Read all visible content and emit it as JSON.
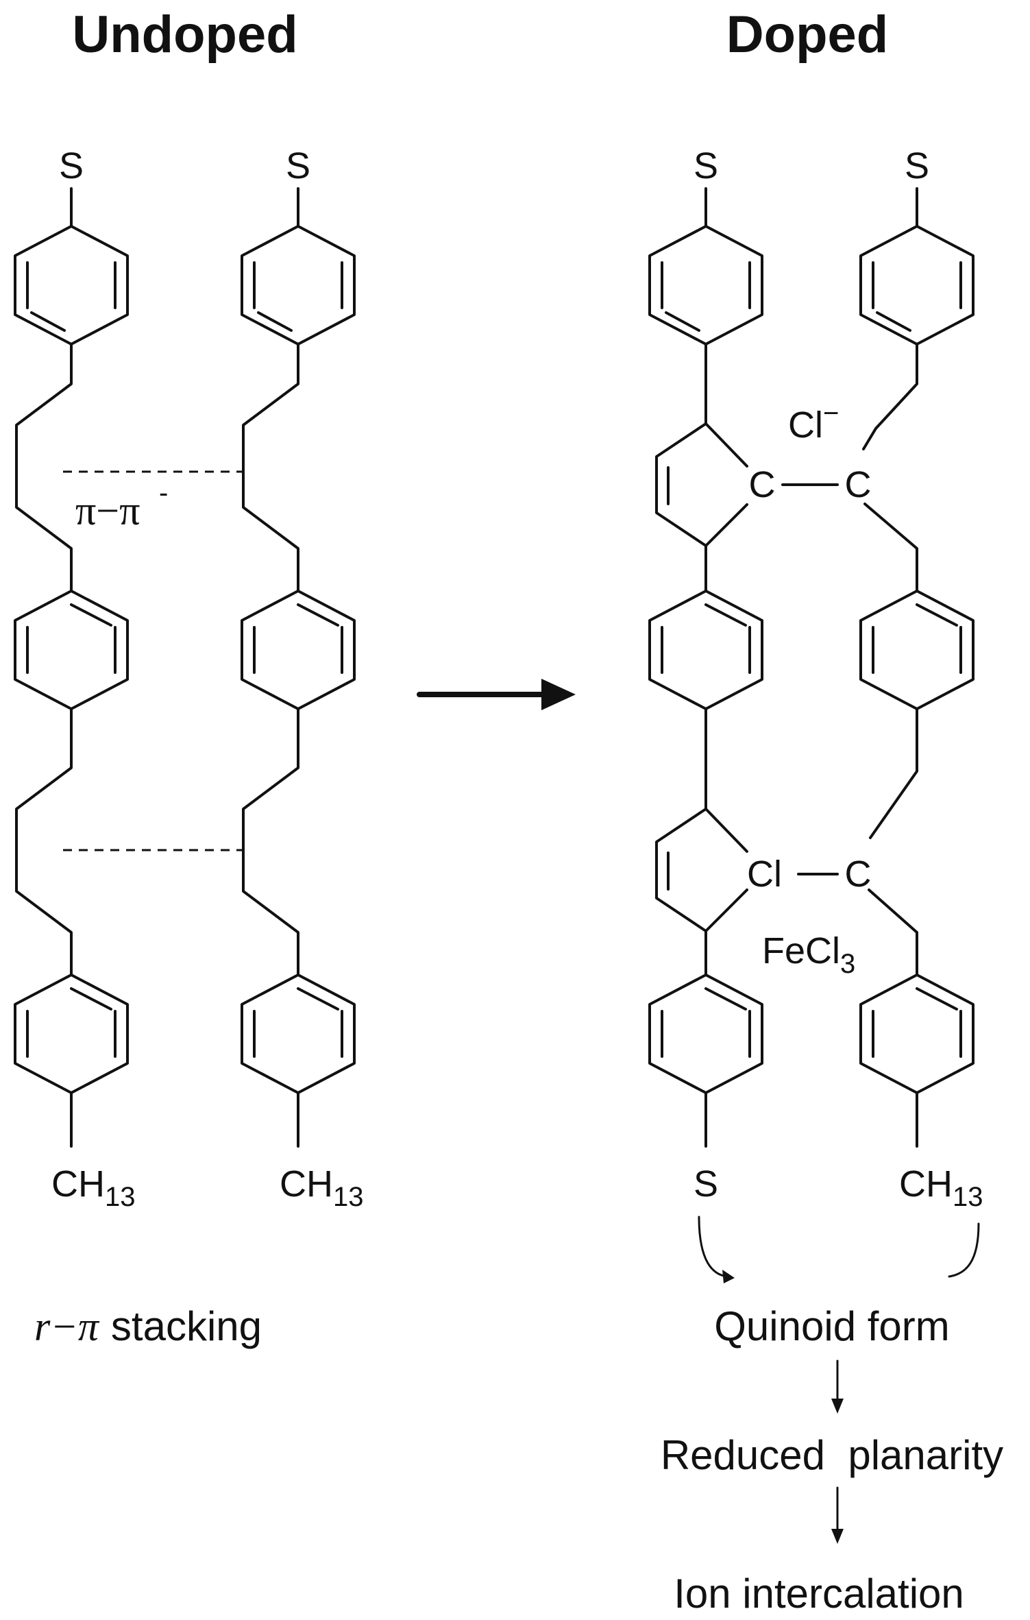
{
  "titles": {
    "left": "Undoped",
    "right": "Doped"
  },
  "atoms": {
    "sulfur": "S",
    "methyl": "CH",
    "methyl_sub": "13",
    "carbon": "C",
    "chlorine": "Cl",
    "chloride": "Cl",
    "chloride_charge": "−",
    "ferric": "FeCl",
    "ferric_sub": "3"
  },
  "labels": {
    "pi_pi": "π−π",
    "stacking_greek": "r−π",
    "stacking_text": "stacking",
    "quinoid": "Quinoid form",
    "planarity": "Reduced  planarity",
    "ion": "Ion intercalation"
  }
}
